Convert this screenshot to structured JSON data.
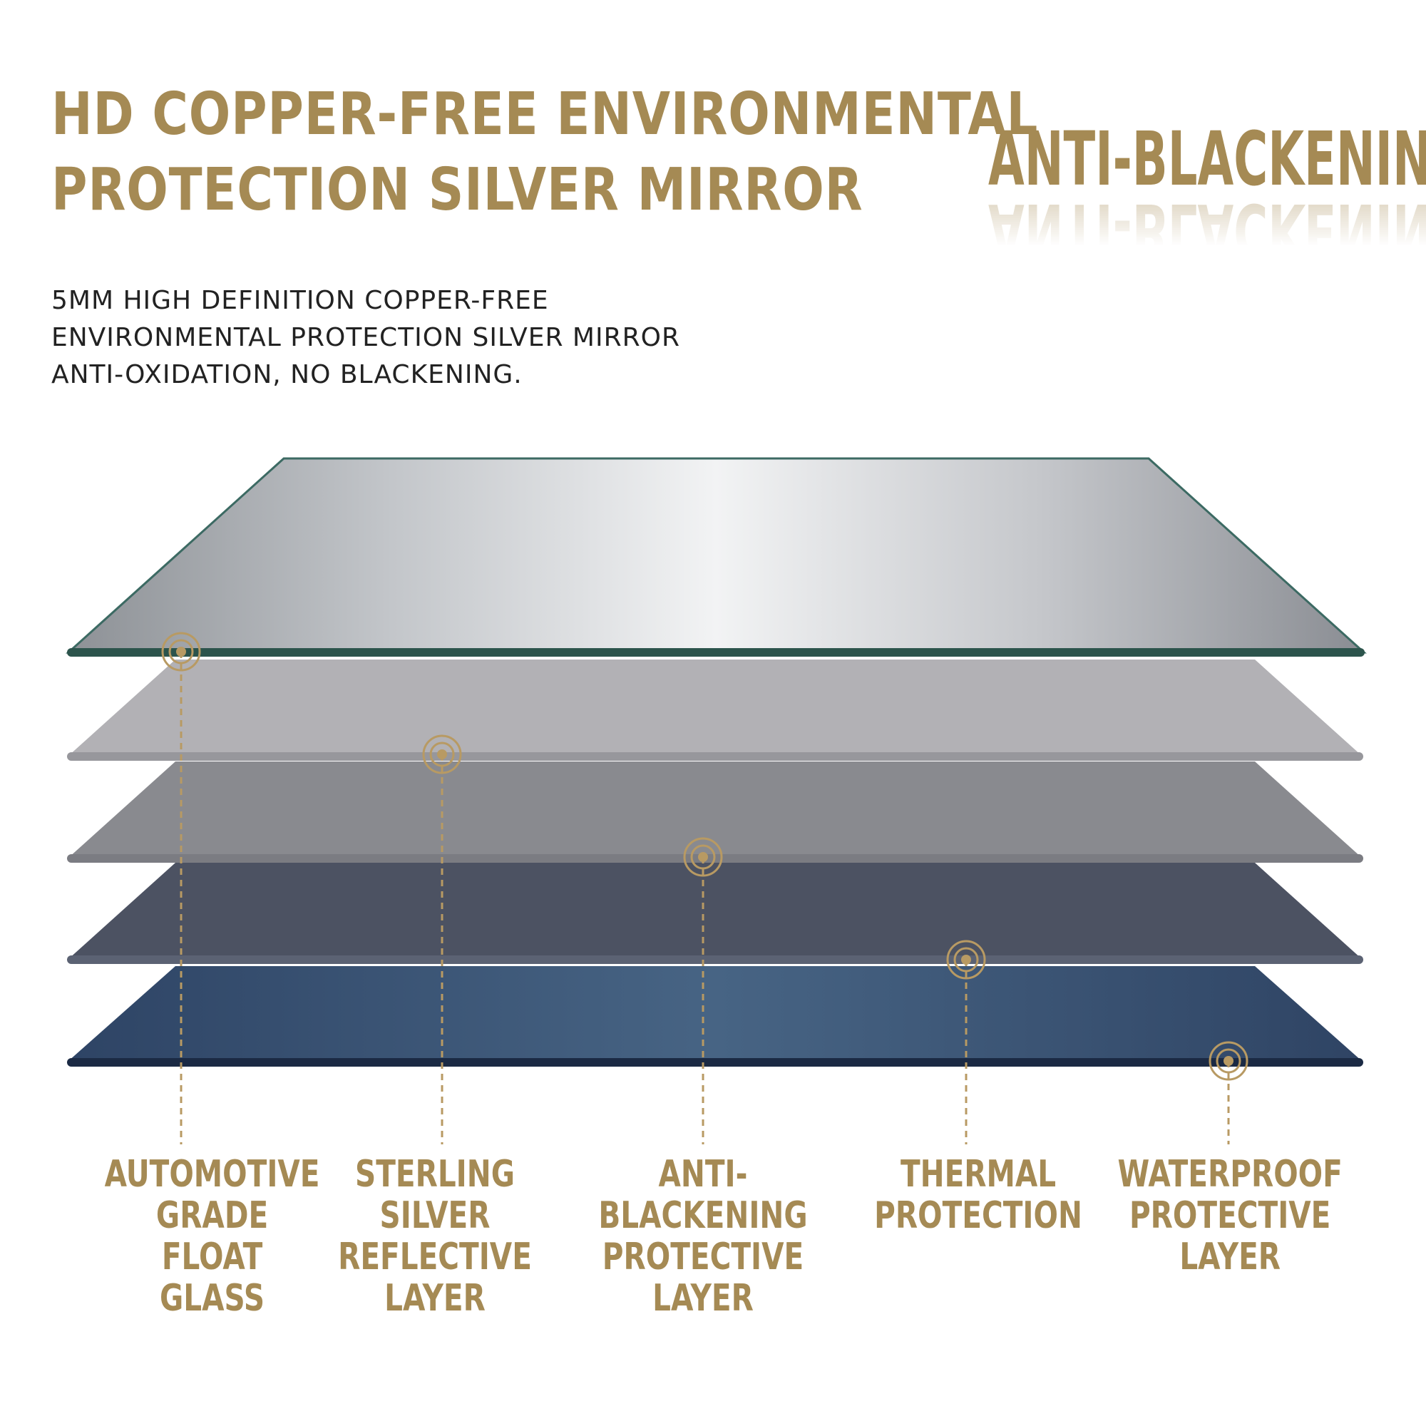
{
  "headline": {
    "line1": "HD COPPER-FREE ENVIRONMENTAL",
    "line2": "PROTECTION SILVER MIRROR"
  },
  "badge": {
    "text": "ANTI-BLACKENING"
  },
  "description": {
    "line1": "5MM HIGH DEFINITION COPPER-FREE",
    "line2": "ENVIRONMENTAL PROTECTION SILVER MIRROR",
    "line3": "ANTI-OXIDATION, NO BLACKENING."
  },
  "layers": [
    {
      "label": "AUTOMOTIVE\nGRADE\nFLOAT GLASS",
      "icon": "target-marker-icon"
    },
    {
      "label": "STERLING\nSILVER\nREFLECTIVE LAYER",
      "icon": "target-marker-icon"
    },
    {
      "label": "ANTI-BLACKENING\nPROTECTIVE\nLAYER",
      "icon": "target-marker-icon"
    },
    {
      "label": "THERMAL\nPROTECTION",
      "icon": "target-marker-icon"
    },
    {
      "label": "WATERPROOF\nPROTECTIVE LAYER",
      "icon": "target-marker-icon"
    }
  ],
  "colors": {
    "accent_gold": "#a58a54",
    "body_text": "#222222"
  }
}
